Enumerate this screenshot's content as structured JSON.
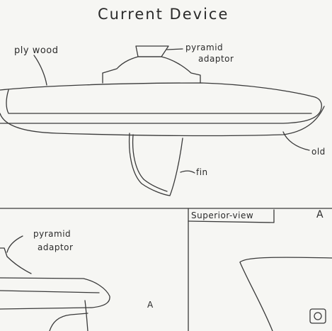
{
  "diagram": {
    "title": "Current Device",
    "labels": {
      "ply_wood": "ply wood",
      "pyramid_adaptor_top_line1": "pyramid",
      "pyramid_adaptor_top_line2": "adaptor",
      "old": "old",
      "fin": "fin",
      "pyramid_adaptor_bottom_line1": "pyramid",
      "adaptor_bottom_line2": "adaptor",
      "panel_a_left": "A",
      "superior_view": "Superior-view",
      "panel_a_right": "A"
    }
  }
}
